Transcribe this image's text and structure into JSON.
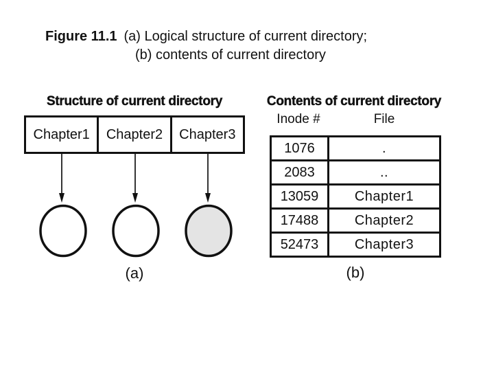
{
  "caption": {
    "figure_number": "Figure 11.1",
    "line1": "(a) Logical structure of current directory;",
    "line2": "(b) contents of current directory"
  },
  "panel_a": {
    "title": "Structure of current directory",
    "cells": [
      "Chapter1",
      "Chapter2",
      "Chapter3"
    ],
    "circles": [
      {
        "fill": "#ffffff"
      },
      {
        "fill": "#ffffff"
      },
      {
        "fill": "#e4e4e4"
      }
    ],
    "label": "(a)"
  },
  "panel_b": {
    "title": "Contents of current directory",
    "columns": {
      "inode": "Inode #",
      "file": "File"
    },
    "rows": [
      {
        "inode": "1076",
        "file": "."
      },
      {
        "inode": "2083",
        "file": ".."
      },
      {
        "inode": "13059",
        "file": "Chapter1"
      },
      {
        "inode": "17488",
        "file": "Chapter2"
      },
      {
        "inode": "52473",
        "file": "Chapter3"
      }
    ],
    "label": "(b)"
  },
  "colors": {
    "line": "#111111",
    "shaded_circle": "#e4e4e4",
    "background": "#ffffff"
  }
}
